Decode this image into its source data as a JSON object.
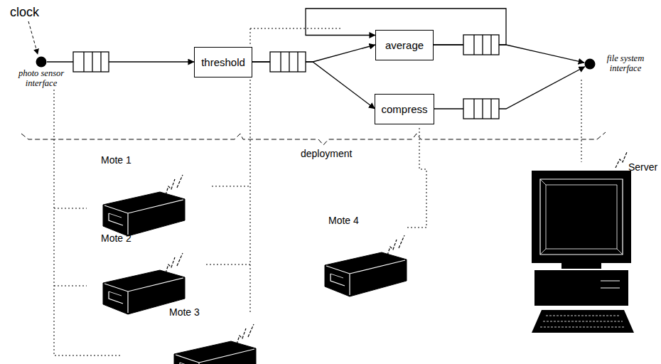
{
  "diagram": {
    "nodes": [
      {
        "text": [
          "photo sensor interface"
        ]
      },
      {
        "text": [
          "threshold"
        ]
      },
      {
        "text": [
          "average"
        ]
      },
      {
        "text": [
          "compress"
        ]
      },
      {
        "text": [
          "file system interface"
        ]
      }
    ],
    "edges": [
      {
        "from": 0,
        "to": 1,
        "arrow": "to"
      },
      {
        "from": 1,
        "to": 2,
        "arrow": "to"
      },
      {
        "from": 1,
        "to": 3,
        "arrow": "to"
      },
      {
        "from": 2,
        "to": 4,
        "arrow": "to"
      },
      {
        "from": 3,
        "to": 4,
        "arrow": "to"
      },
      {
        "from": 2,
        "to": 2,
        "arrow": "to"
      }
    ],
    "labels": [
      "clock",
      "deployment",
      "Mote 1",
      "Mote 2",
      "Mote 3",
      "Mote 4",
      "Server"
    ]
  }
}
